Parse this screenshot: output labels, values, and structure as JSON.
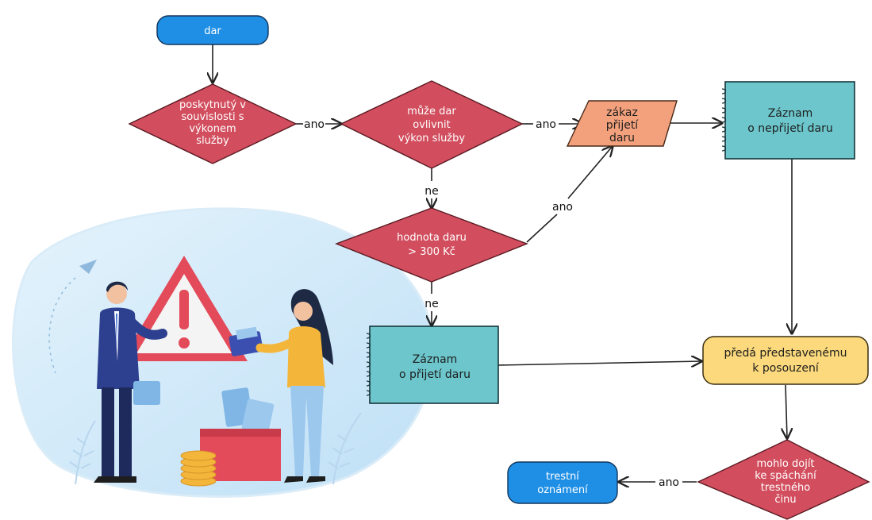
{
  "nodes": {
    "start": {
      "label": "dar"
    },
    "q1": {
      "lines": [
        "poskytnutý v",
        "souvislosti s",
        "výkonem",
        "služby"
      ]
    },
    "q2": {
      "lines": [
        "může dar",
        "ovlivnit",
        "výkon služby"
      ]
    },
    "ban": {
      "lines": [
        "zákaz",
        "přijetí",
        "daru"
      ]
    },
    "rec_refuse": {
      "lines": [
        "Záznam",
        "o nepřijetí daru"
      ]
    },
    "q3": {
      "lines": [
        "hodnota daru",
        "> 300 Kč"
      ]
    },
    "rec_accept": {
      "lines": [
        "Záznam",
        "o přijetí daru"
      ]
    },
    "superior": {
      "lines": [
        "předá představenému",
        "k posouzení"
      ]
    },
    "q4": {
      "lines": [
        "mohlo dojít",
        "ke spáchání",
        "trestného",
        "činu"
      ]
    },
    "report": {
      "lines": [
        "trestní",
        "oznámení"
      ]
    }
  },
  "edges": {
    "q1_q2": "ano",
    "q2_ban": "ano",
    "q2_q3": "ne",
    "q3_ban": "ano",
    "q3_rec": "ne",
    "q4_report": "ano"
  },
  "colors": {
    "terminal": "#1f8fe6",
    "decision": "#d24e5e",
    "ban": "#f3a17c",
    "record": "#6cc6cc",
    "superior": "#fbd97c",
    "blob": "#cfe8f8"
  },
  "illustration": {
    "description_icon": "gift-handover-warning-illustration"
  }
}
